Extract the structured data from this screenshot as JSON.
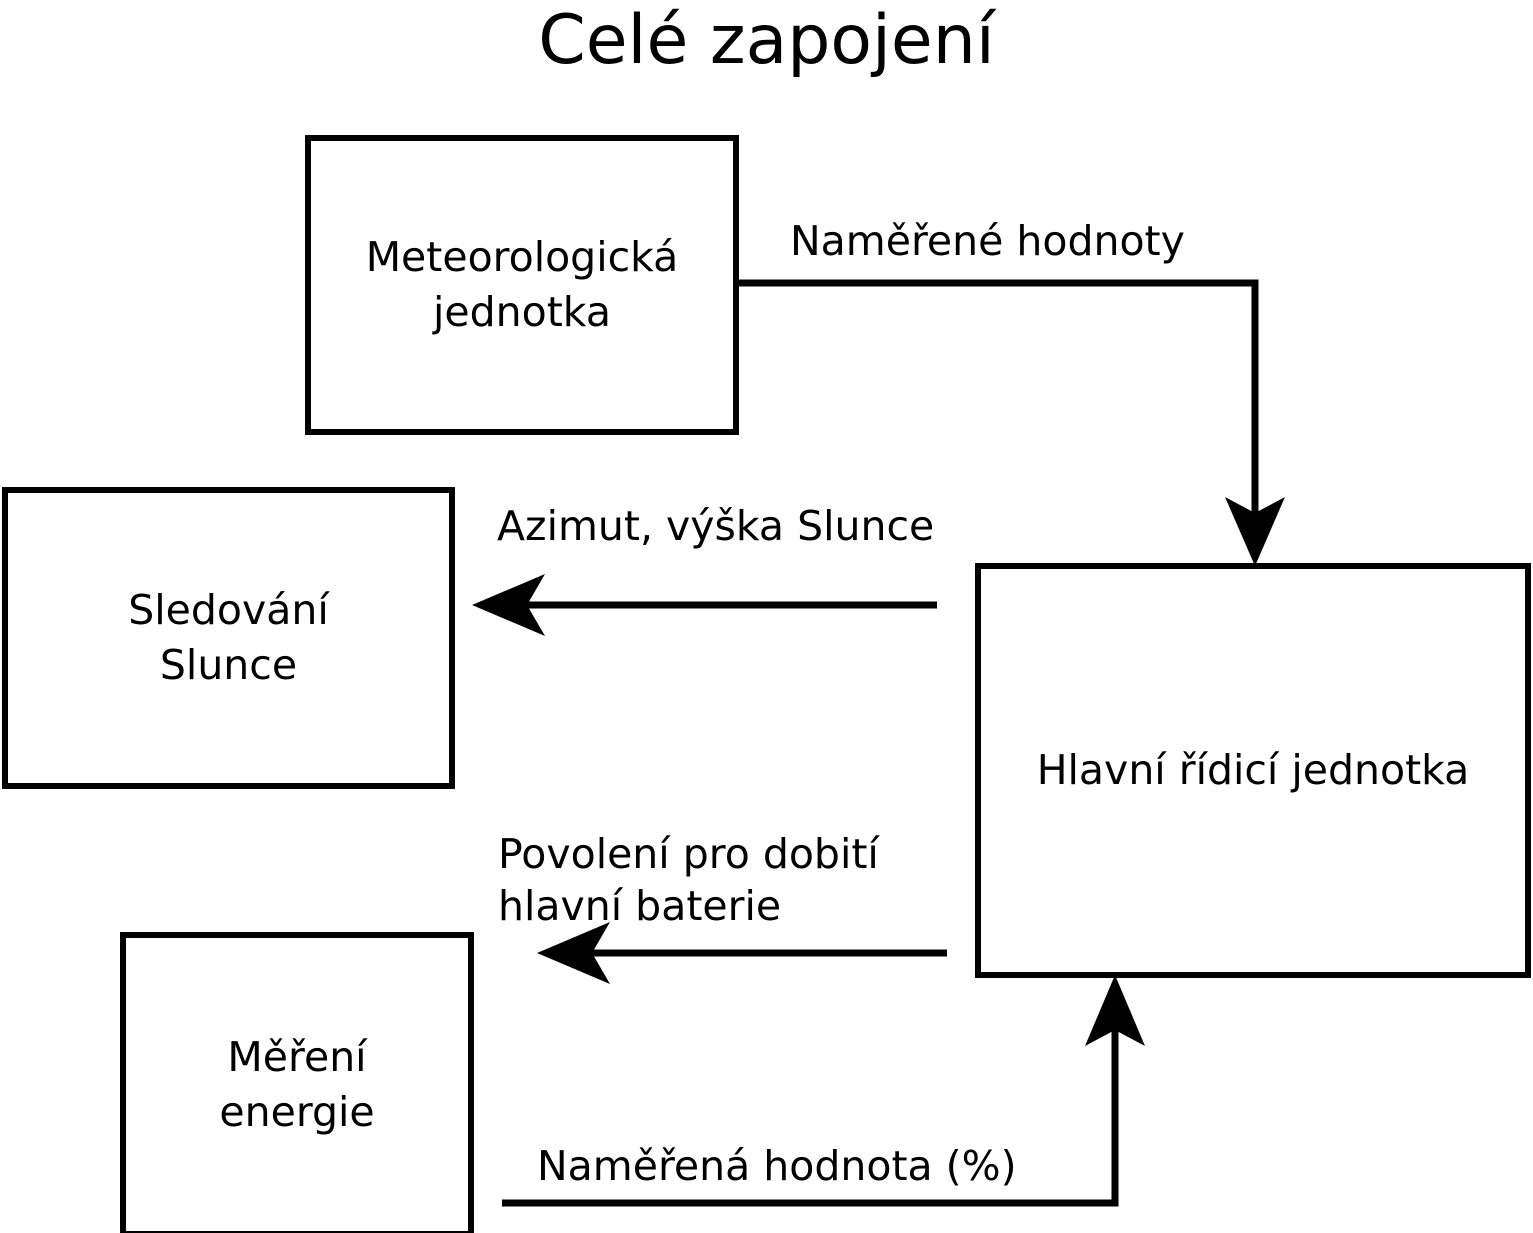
{
  "diagram": {
    "title": "Celé zapojení",
    "nodes": [
      {
        "id": "meteo",
        "label": "Meteorologická\njednotka"
      },
      {
        "id": "sun",
        "label": "Sledování\nSlunce"
      },
      {
        "id": "main",
        "label": "Hlavní řídicí jednotka"
      },
      {
        "id": "energy",
        "label": "Měření\nenergie"
      }
    ],
    "edges": [
      {
        "id": "measured-values",
        "label": "Naměřené hodnoty",
        "from": "meteo",
        "to": "main"
      },
      {
        "id": "azimuth",
        "label": "Azimut, výška Slunce",
        "from": "main",
        "to": "sun"
      },
      {
        "id": "charge-permission",
        "label": "Povolení pro dobití\nhlavní baterie",
        "from": "main",
        "to": "energy"
      },
      {
        "id": "measured-percent",
        "label": "Naměřená hodnota (%)",
        "from": "energy",
        "to": "main"
      }
    ],
    "colors": {
      "stroke": "#000000",
      "background": "#ffffff",
      "text": "#000000"
    }
  }
}
